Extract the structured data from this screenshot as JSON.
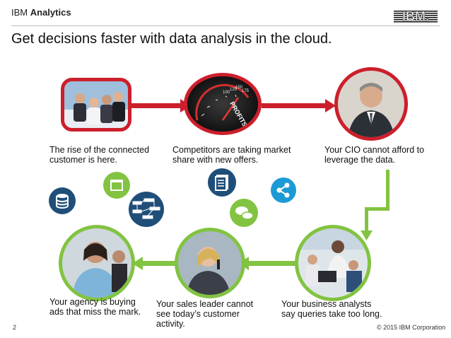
{
  "header": {
    "brand_prefix": "IBM",
    "brand_bold": "Analytics",
    "logo_text": "IBM."
  },
  "title": "Get decisions faster with data analysis in the cloud.",
  "top_row": [
    {
      "caption_line1": "The rise of the connected",
      "caption_line2": "customer is here."
    },
    {
      "caption_line1": "Competitors are taking market",
      "caption_line2": "share with new  offers.",
      "gauge_text": "PROFITS",
      "gauge_ticks": [
        "100",
        "125",
        "150",
        "175"
      ]
    },
    {
      "caption_line1": "Your CIO cannot afford to",
      "caption_line2": "leverage the data."
    }
  ],
  "bottom_row": [
    {
      "caption_line1": "Your agency is buying",
      "caption_line2": "ads that miss the mark."
    },
    {
      "caption_line1": "Your sales leader cannot",
      "caption_line2": "see  today’s customer",
      "caption_line3": "activity."
    },
    {
      "caption_line1": "Your business analysts",
      "caption_line2": "say queries take too long."
    }
  ],
  "footer": {
    "page_number": "2",
    "copyright": "© 2015 IBM Corporation"
  },
  "colors": {
    "red": "#cc1f2b",
    "green": "#82c341",
    "navy": "#1f4e79",
    "teal": "#1c9ad6"
  }
}
